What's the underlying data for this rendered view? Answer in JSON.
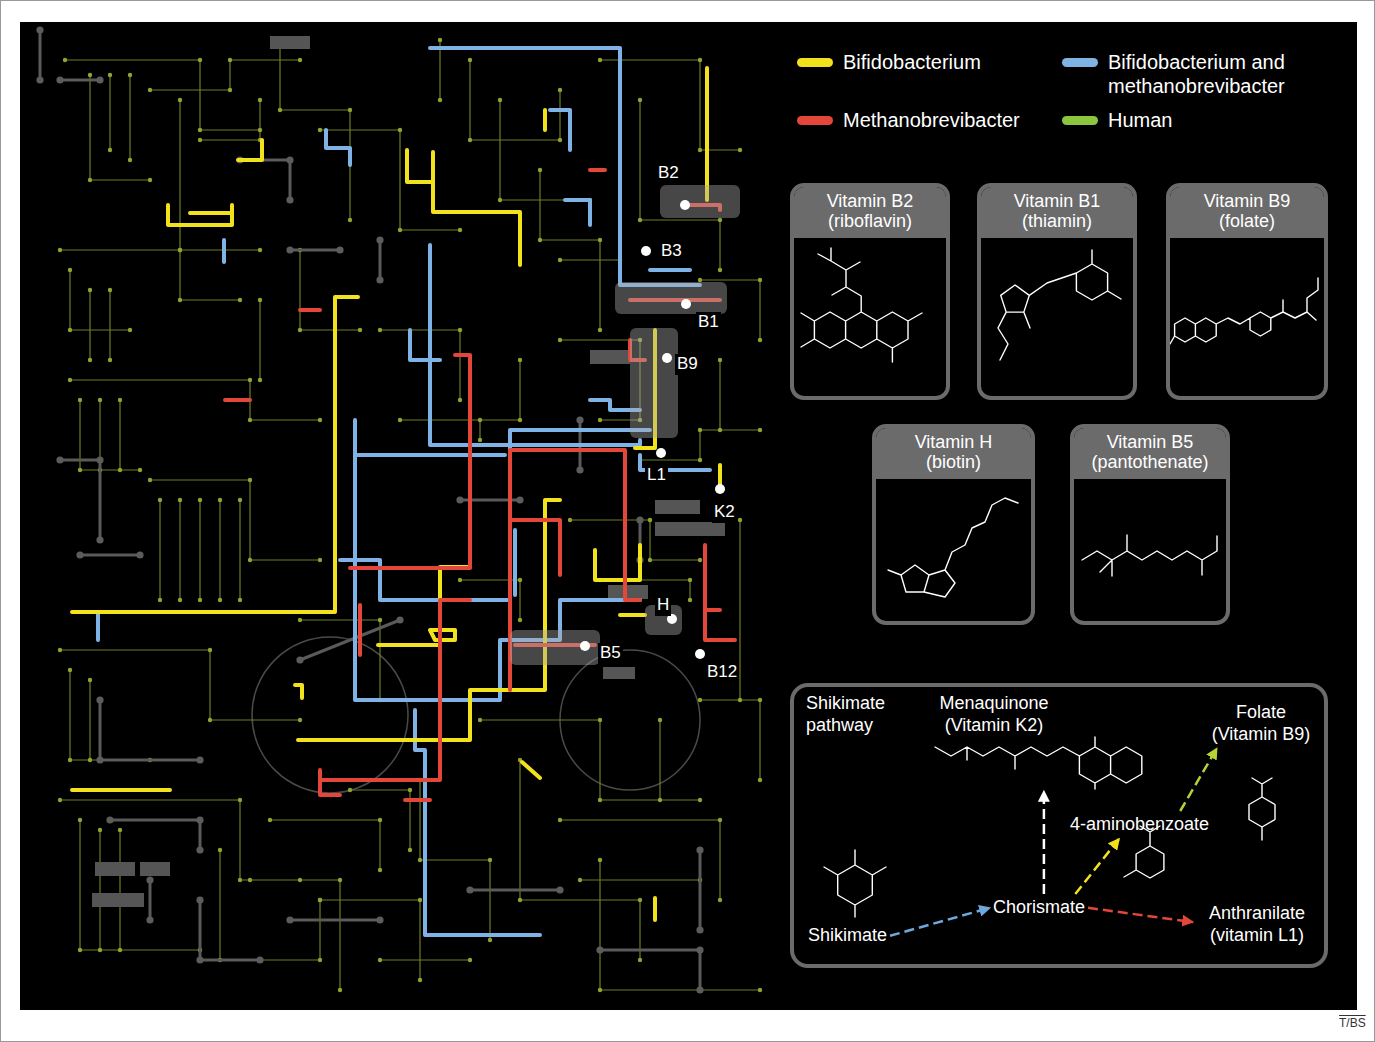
{
  "diagram": {
    "nodes": [
      {
        "text": [
          "Vitamin B2 (riboflavin)"
        ]
      },
      {
        "text": [
          "Vitamin B1 (thiamin)"
        ]
      },
      {
        "text": [
          "Vitamin B9 (folate)"
        ]
      },
      {
        "text": [
          "Vitamin H (biotin)"
        ]
      },
      {
        "text": [
          "Vitamin B5 (pantothenate)"
        ]
      },
      {
        "text": [
          "Shikimate pathway"
        ]
      },
      {
        "text": [
          "Menaquinone (Vitamin K2)"
        ],
        "in": 5
      },
      {
        "text": [
          "Folate (Vitamin B9)"
        ],
        "in": 5
      },
      {
        "text": [
          "4-aminobenzoate"
        ],
        "in": 5
      },
      {
        "text": [
          "Chorismate"
        ],
        "in": 5
      },
      {
        "text": [
          "Anthranilate (vitamin L1)"
        ],
        "in": 5
      },
      {
        "text": [
          "Shikimate"
        ],
        "in": 5
      }
    ],
    "edges": [
      {
        "from": 11,
        "to": 9,
        "arrow": "to"
      },
      {
        "from": 9,
        "to": 6,
        "arrow": "to"
      },
      {
        "from": 9,
        "to": 8,
        "arrow": "to"
      },
      {
        "from": 8,
        "to": 7,
        "arrow": "to"
      },
      {
        "from": 9,
        "to": 10,
        "arrow": "to"
      }
    ],
    "labels": [
      "B2",
      "B3",
      "B1",
      "B9",
      "L1",
      "K2",
      "H",
      "B5",
      "B12",
      "T/BS"
    ],
    "legend": [
      {
        "text": "Bifidobacterium",
        "color": "#f2e21b"
      },
      {
        "text": "Bifidobacterium and methanobrevibacter",
        "color": "#7fb3e6"
      },
      {
        "text": "Methanobrevibacter",
        "color": "#e2473a"
      },
      {
        "text": "Human",
        "color": "#8cc63f"
      }
    ]
  }
}
